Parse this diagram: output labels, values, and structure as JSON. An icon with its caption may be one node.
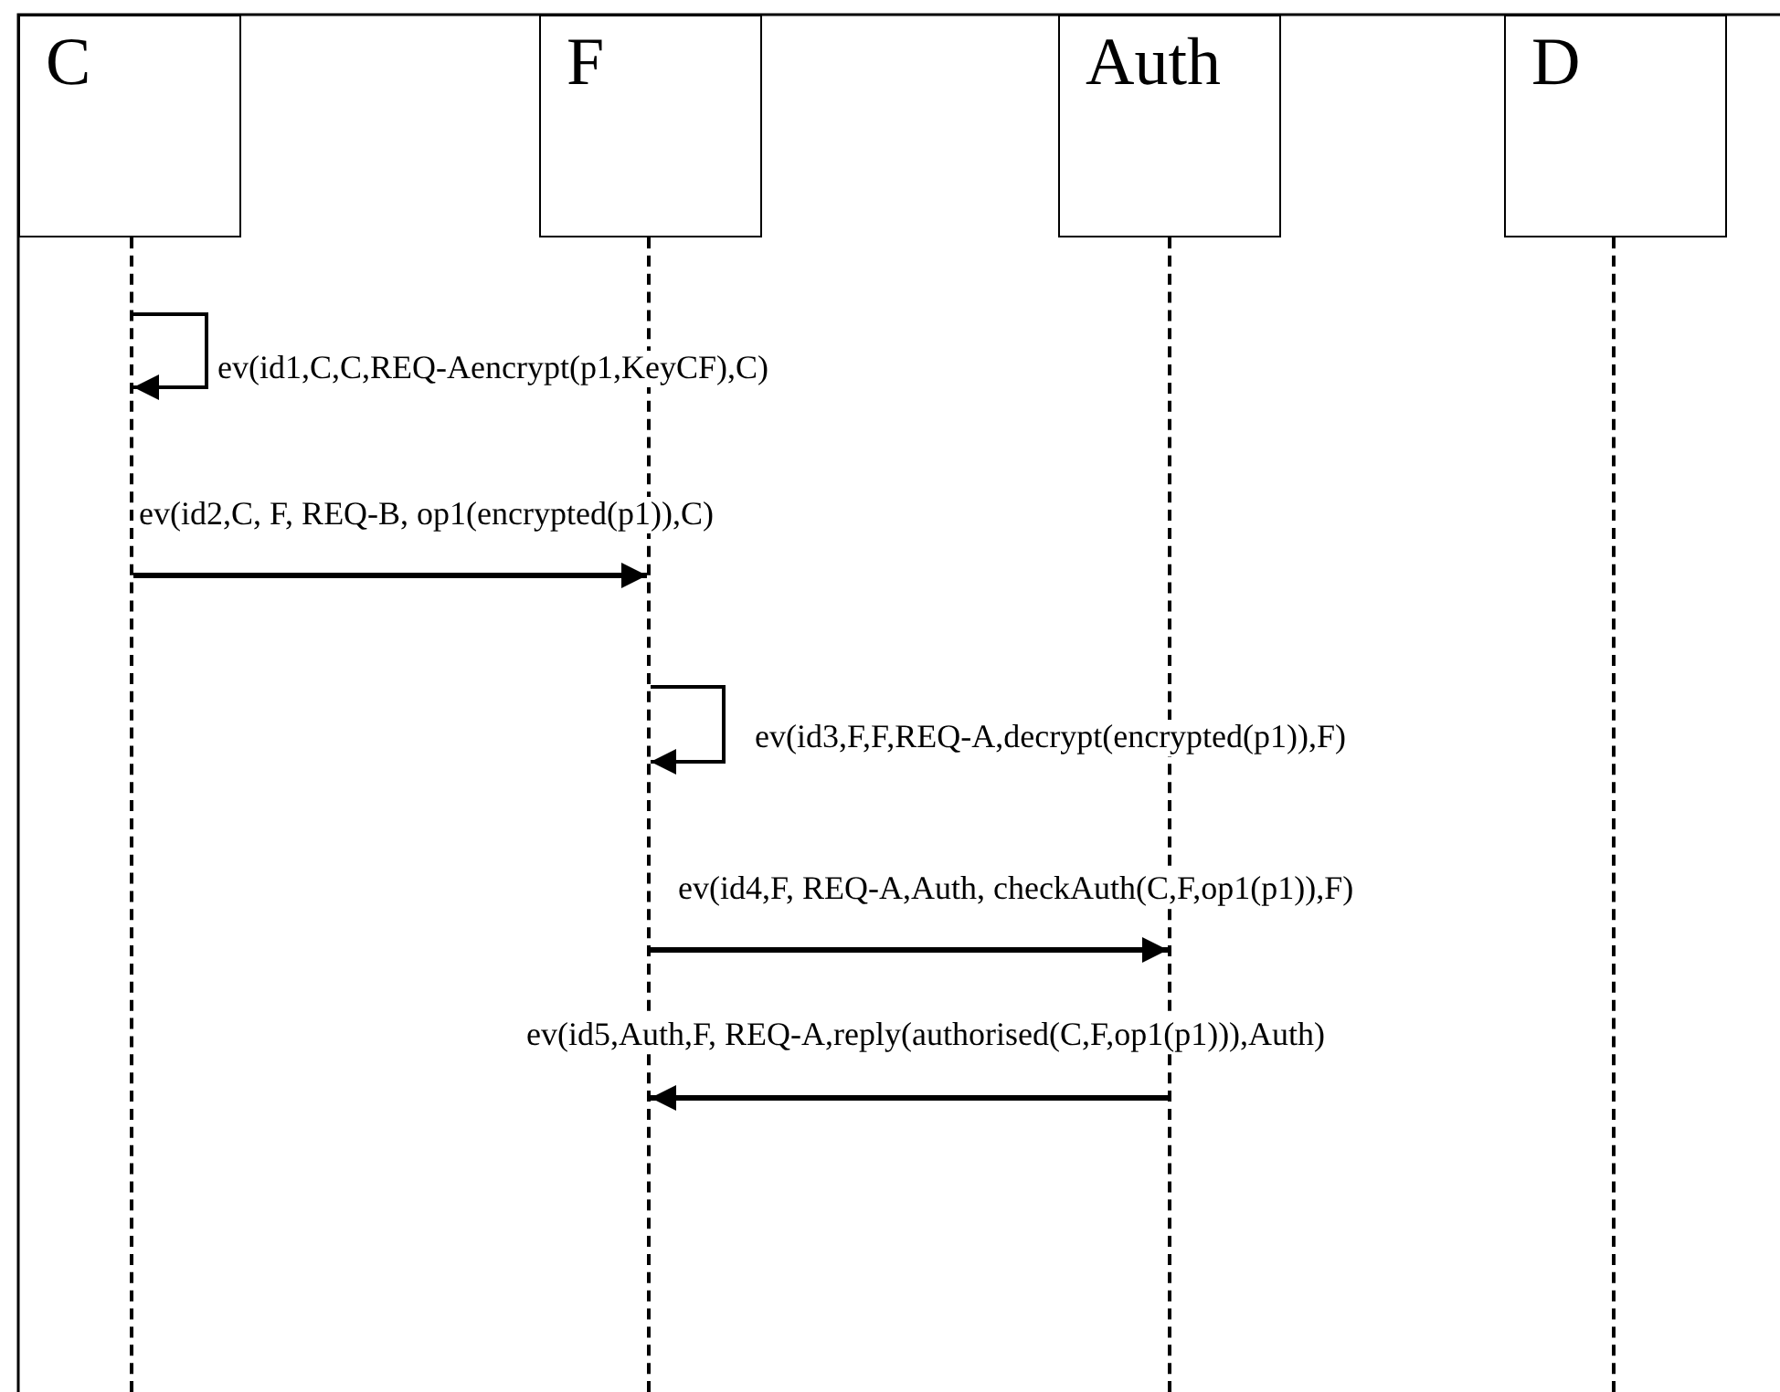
{
  "diagram": {
    "nodes": [
      {
        "text": [
          "C"
        ]
      },
      {
        "text": [
          "F"
        ]
      },
      {
        "text": [
          "Auth"
        ]
      },
      {
        "text": [
          "D"
        ]
      },
      {
        "text": [],
        "shape": "line"
      },
      {
        "text": [],
        "shape": "line"
      },
      {
        "text": [],
        "shape": "line"
      },
      {
        "text": [],
        "shape": "line"
      }
    ],
    "edges": [
      {
        "from": 4,
        "to": 4,
        "arrow": "to",
        "label": "ev(id1,C,C,REQ-Aencrypt(p1,KeyCF),C)"
      },
      {
        "from": 4,
        "to": 5,
        "arrow": "to",
        "label": "ev(id2,C, F, REQ-B, op1(encrypted(p1)),C)"
      },
      {
        "from": 5,
        "to": 5,
        "arrow": "to",
        "label": "ev(id3,F,F,REQ-A,decrypt(encrypted(p1)),F)"
      },
      {
        "from": 5,
        "to": 6,
        "arrow": "to",
        "label": "ev(id4,F, REQ-A,Auth, checkAuth(C,F,op1(p1)),F)"
      },
      {
        "from": 6,
        "to": 5,
        "arrow": "to",
        "label": "ev(id5,Auth,F, REQ-A,reply(authorised(C,F,op1(p1))),Auth)"
      }
    ]
  }
}
